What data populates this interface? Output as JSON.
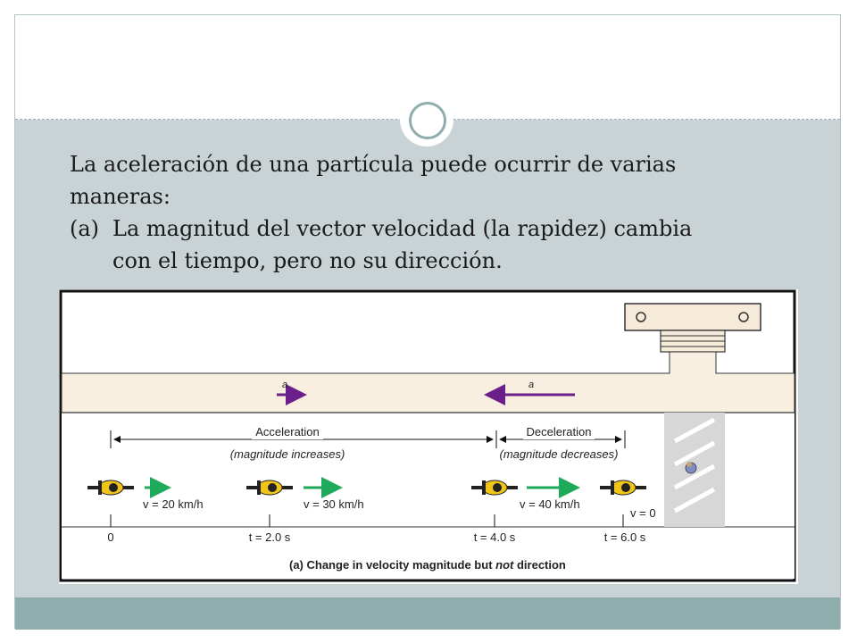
{
  "slide": {
    "text_line1": "La aceleración de una partícula puede ocurrir de varias",
    "text_line2": "maneras:",
    "item_label": "(a)",
    "item_line1": "La magnitud del vector velocidad (la rapidez) cambia",
    "item_line2": "con el tiempo, pero no su dirección."
  },
  "figure": {
    "accel_vector_label": "a",
    "decel_vector_label": "a",
    "acceleration_label": "Acceleration",
    "acceleration_sub": "(magnitude increases)",
    "deceleration_label": "Deceleration",
    "deceleration_sub": "(magnitude decreases)",
    "velocities": [
      "v = 20 km/h",
      "v = 30 km/h",
      "v = 40 km/h",
      "v = 0"
    ],
    "times": [
      "0",
      "t = 2.0 s",
      "t = 4.0 s",
      "t = 6.0 s"
    ],
    "caption_prefix": "(a) Change in velocity magnitude but ",
    "caption_emph": "not",
    "caption_suffix": " direction"
  },
  "colors": {
    "accent_band": "#8fadad",
    "slide_bg": "#c9d3d6",
    "vector_purple": "#6a1f8a",
    "velocity_green": "#1faa5a",
    "road": "#f8efe0"
  }
}
